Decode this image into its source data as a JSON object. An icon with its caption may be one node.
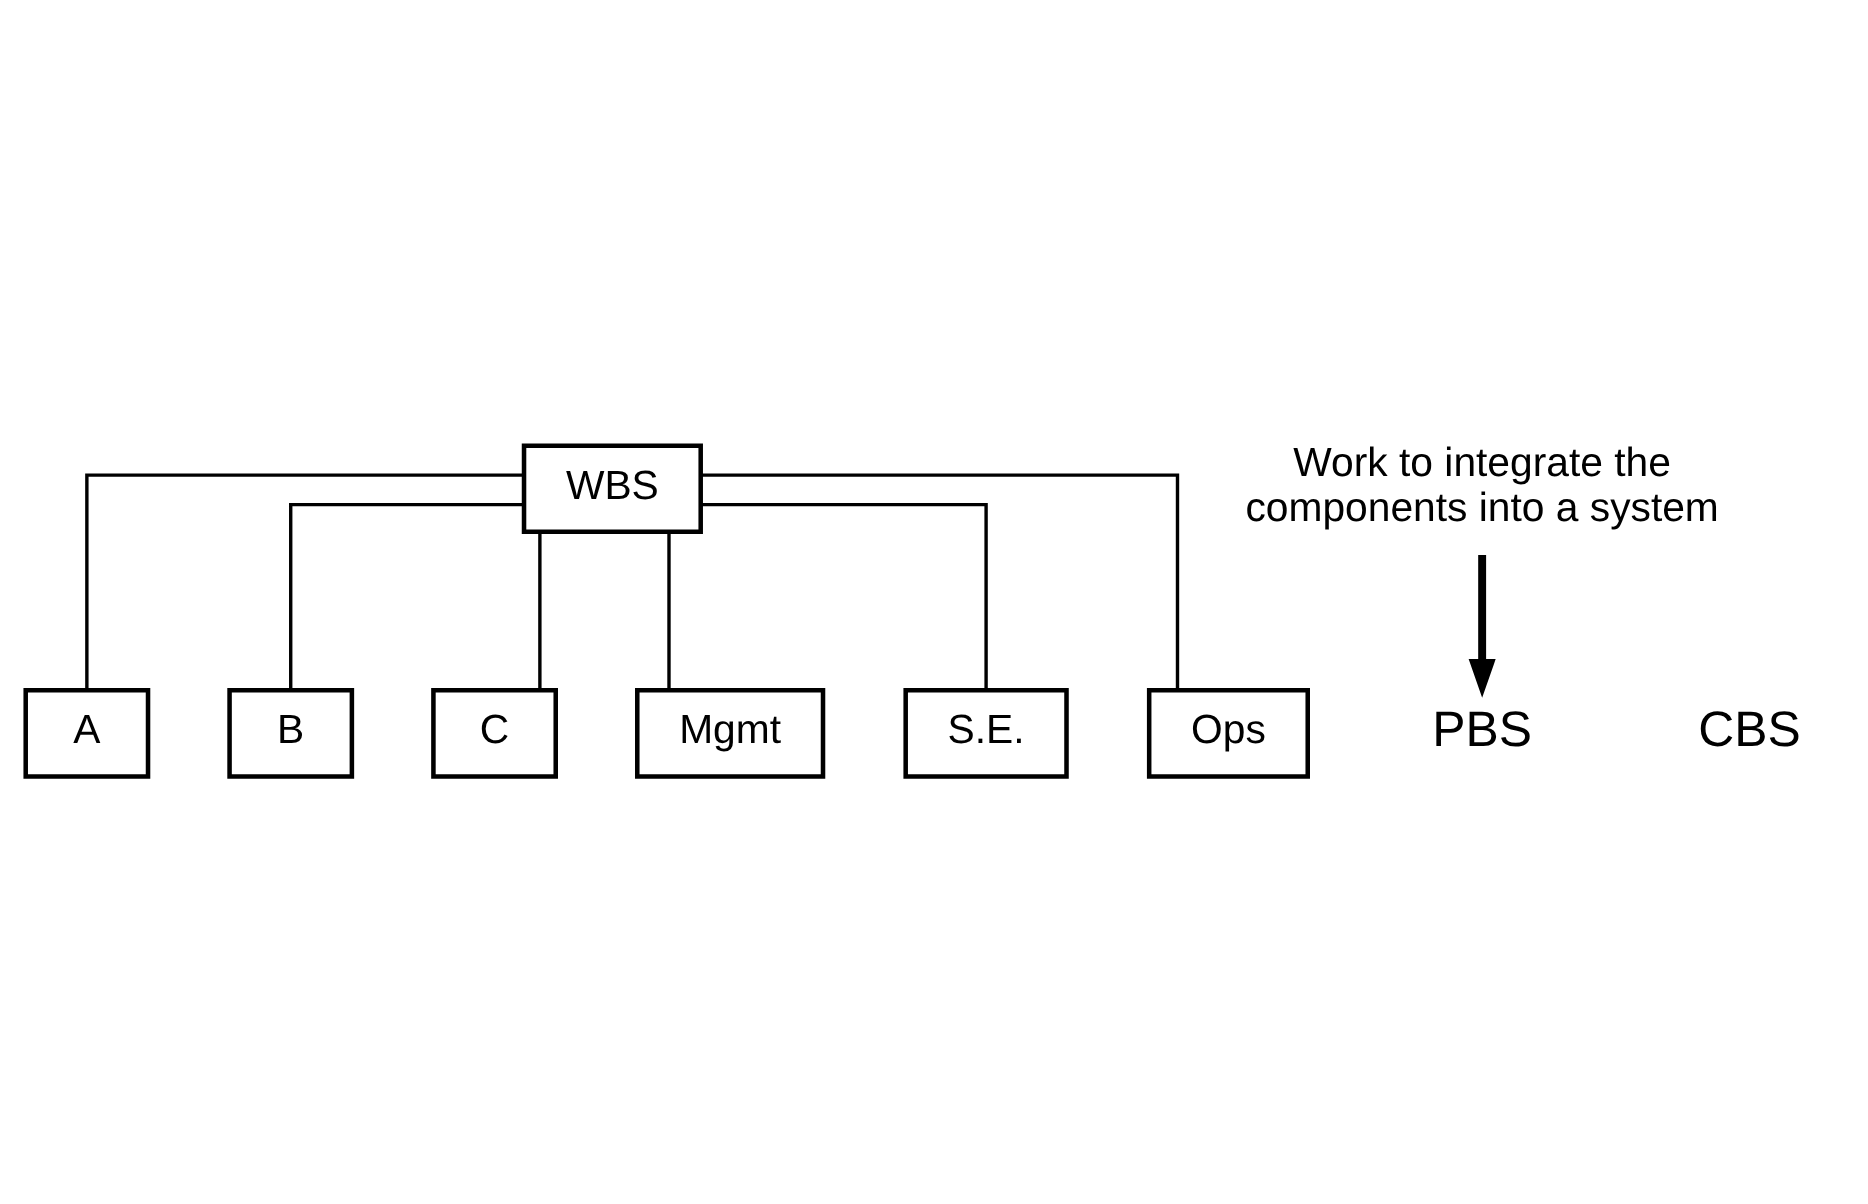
{
  "diagram": {
    "nodes": [
      {
        "text": [
          "WBS"
        ]
      },
      {
        "text": [
          "A"
        ]
      },
      {
        "text": [
          "B"
        ]
      },
      {
        "text": [
          "C"
        ]
      },
      {
        "text": [
          "Mgmt"
        ]
      },
      {
        "text": [
          "S.E."
        ]
      },
      {
        "text": [
          "Ops"
        ]
      },
      {
        "text": [
          "PBS"
        ]
      },
      {
        "text": [
          "Work to integrate the components into a system"
        ]
      }
    ],
    "edges": [
      {
        "from": 0,
        "to": 1,
        "arrow": "none"
      },
      {
        "from": 0,
        "to": 2,
        "arrow": "none"
      },
      {
        "from": 0,
        "to": 3,
        "arrow": "none"
      },
      {
        "from": 0,
        "to": 4,
        "arrow": "none"
      },
      {
        "from": 0,
        "to": 5,
        "arrow": "none"
      },
      {
        "from": 0,
        "to": 6,
        "arrow": "none"
      },
      {
        "from": 8,
        "to": 7,
        "arrow": "to",
        "style": "thick"
      }
    ],
    "labels": [
      "CBS"
    ]
  }
}
